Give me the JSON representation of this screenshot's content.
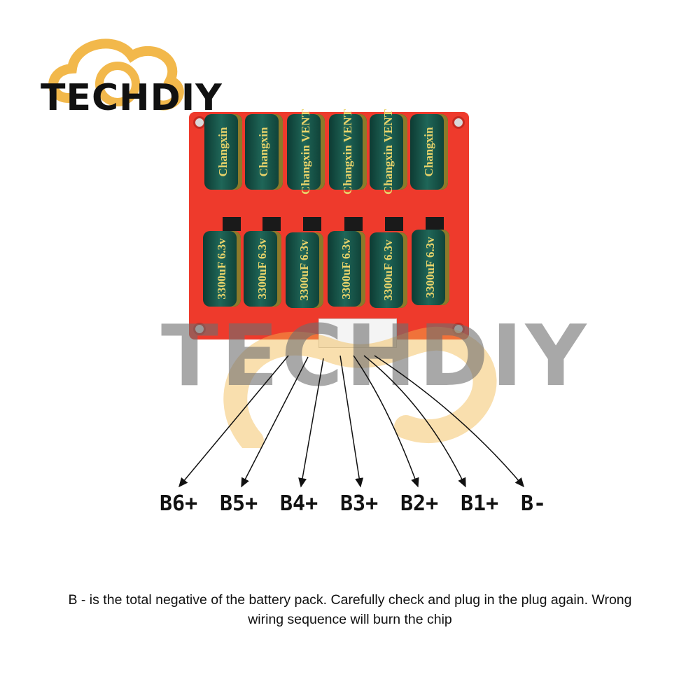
{
  "logo": {
    "text": "TECHDIY",
    "color": "#f2b84b"
  },
  "watermark": {
    "text": "TECHDIY"
  },
  "board": {
    "color": "#ee3a2c",
    "top_capacitors": [
      "Changxin",
      "Changxin",
      "Changxin VENT",
      "Changxin VENT",
      "Changxin VENT",
      "Changxin"
    ],
    "bottom_capacitors": [
      "3300uF 6.3v",
      "3300uF 6.3v",
      "3300uF 6.3v",
      "3300uF 6.3v",
      "3300uF 6.3v",
      "3300uF 6.3v"
    ]
  },
  "pin_labels": [
    "B6+",
    "B5+",
    "B4+",
    "B3+",
    "B2+",
    "B1+",
    "B-"
  ],
  "note": "B - is the total negative of the battery pack. Carefully check and plug in the plug again. Wrong wiring sequence will burn the chip"
}
